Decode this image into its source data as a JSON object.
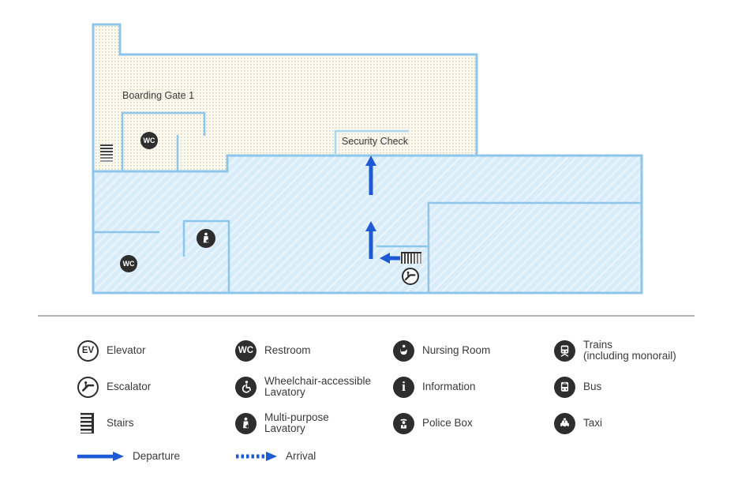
{
  "map": {
    "labels": {
      "boarding_gate": "Boarding Gate 1",
      "security_check": "Security Check"
    },
    "icons_on_map": [
      "stairs-icon",
      "restroom-icon",
      "restroom-icon",
      "multi-purpose-lavatory-icon",
      "stairs-icon",
      "escalator-icon"
    ],
    "flow_arrows": [
      "departure-arrow-up",
      "departure-arrow-up",
      "departure-arrow-left"
    ]
  },
  "icons": {
    "elevator_text": "EV",
    "restroom_text": "WC",
    "information_text": "i"
  },
  "legend": {
    "col1": [
      {
        "icon": "elevator-icon",
        "label": "Elevator"
      },
      {
        "icon": "escalator-icon",
        "label": "Escalator"
      },
      {
        "icon": "stairs-icon",
        "label": "Stairs"
      },
      {
        "icon": "departure-arrow",
        "label": "Departure"
      }
    ],
    "col2": [
      {
        "icon": "restroom-icon",
        "label": "Restroom"
      },
      {
        "icon": "wheelchair-accessible-lavatory-icon",
        "line1": "Wheelchair-accessible",
        "line2": "Lavatory"
      },
      {
        "icon": "multi-purpose-lavatory-icon",
        "line1": "Multi-purpose",
        "line2": "Lavatory"
      },
      {
        "icon": "arrival-arrow",
        "label": "Arrival"
      }
    ],
    "col3": [
      {
        "icon": "nursing-room-icon",
        "label": "Nursing Room"
      },
      {
        "icon": "information-icon",
        "label": "Information"
      },
      {
        "icon": "police-box-icon",
        "label": "Police Box"
      }
    ],
    "col4": [
      {
        "icon": "trains-icon",
        "line1": "Trains",
        "line2": "(including monorail)"
      },
      {
        "icon": "bus-icon",
        "label": "Bus"
      },
      {
        "icon": "taxi-icon",
        "label": "Taxi"
      }
    ]
  },
  "colors": {
    "flow_arrow_blue": "#1f5ad6",
    "map_border": "#8dc6ea",
    "departure_area_base": "#fbf9f0",
    "departure_area_dot": "#d5cba6",
    "arrival_area_base": "#d8ecf9",
    "icon_dark": "#2e2e2e",
    "divider": "#b0b0b0"
  }
}
